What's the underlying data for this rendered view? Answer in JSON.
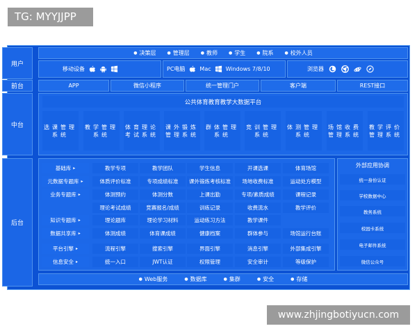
{
  "watermarks": {
    "top": "TG: MYYJJPP",
    "bottom": "www.zhjingbotiyucn.com"
  },
  "layers": {
    "user": "用户",
    "front": "前台",
    "middle": "中台",
    "back": "后台"
  },
  "users": [
    "决策层",
    "管理层",
    "教师",
    "学生",
    "院系",
    "校外人员"
  ],
  "devices": {
    "mobile": {
      "label": "移动设备",
      "icons": [
        "apple-icon",
        "android-icon",
        "windows-icon"
      ]
    },
    "pc": {
      "label": "PC电脑",
      "mac": "Mac",
      "windows": "Windows 7/8/10",
      "icons": [
        "apple-icon",
        "windows-icon"
      ]
    },
    "browser": {
      "label": "浏览器",
      "icons": [
        "firefox-icon",
        "chrome-icon",
        "ie-icon",
        "safari-icon"
      ]
    }
  },
  "front": [
    "APP",
    "微信小程序",
    "统一管理门户",
    "客户端",
    "REST接口"
  ],
  "middle": {
    "title": "公共体育教育教学大数据平台",
    "systems": [
      "选课管理系统",
      "教学管理系统",
      "体育理论考试系统",
      "课外锻炼管理系统",
      "群体管理系统",
      "竞训管理系统",
      "体测管理系统",
      "场馆收费管理系统",
      "教学评价管理系统"
    ]
  },
  "back": {
    "rows": [
      {
        "label": "基础库",
        "cells": [
          "教学专项",
          "教学团队",
          "学生信息",
          "开课选课",
          "体育场馆"
        ]
      },
      {
        "label": "元数据专题库",
        "cells": [
          "体质评价标准",
          "专项成绩标准",
          "课外锻炼考核标准",
          "场地收费标准",
          "运动处方模型"
        ]
      },
      {
        "label": "业务专题库",
        "cells": [
          "体测预约",
          "体测分数",
          "上课出勤",
          "专项/素质成绩",
          "课程记录"
        ]
      },
      {
        "label": "",
        "cells": [
          "理论考试成绩",
          "竞赛报名/成绩",
          "训练记录",
          "收费流水",
          "教学评价"
        ]
      },
      {
        "label": "知识专题库",
        "cells": [
          "理论题库",
          "理论学习材料",
          "运动练习方法",
          "教学课件",
          ""
        ]
      },
      {
        "label": "数据共享库",
        "cells": [
          "体测成绩",
          "体育课成绩",
          "健康档案",
          "群体参与",
          "场馆运行台账"
        ]
      },
      {
        "label": "平台引擎",
        "cells": [
          "流程引擎",
          "搜索引擎",
          "界面引擎",
          "消息引擎",
          "外部集成引擎"
        ]
      },
      {
        "label": "信息安全",
        "cells": [
          "统一入口",
          "JWT认证",
          "权限管理",
          "安全审计",
          "等级保护"
        ]
      }
    ],
    "external": {
      "title": "外部应用协调",
      "items": [
        "统一身份认证",
        "学校数据中心",
        "教务系统",
        "校园卡系统",
        "电子邮件系统",
        "微信公众号"
      ]
    },
    "infra": [
      "Web服务",
      "数据库",
      "集群",
      "安全",
      "存储"
    ]
  },
  "colors": {
    "frame": "#0c52d4",
    "panel": "#1c68e8",
    "cell": "#1763e4",
    "border": "#4f93ee"
  }
}
